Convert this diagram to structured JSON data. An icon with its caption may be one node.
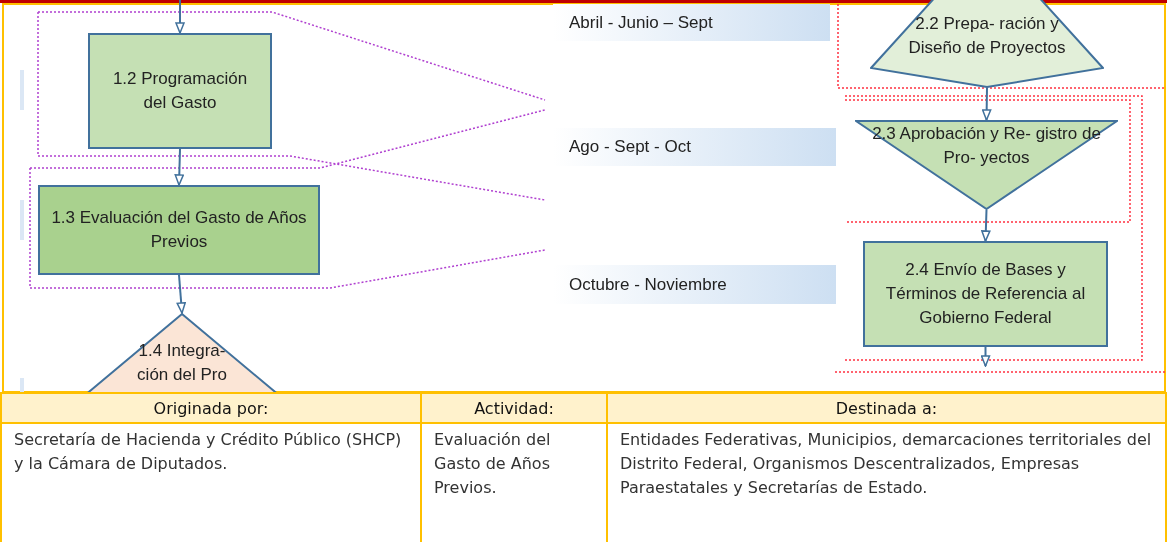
{
  "diagram": {
    "nodes": [
      {
        "text": [
          "1.2 Programación del Gasto"
        ]
      },
      {
        "text": [
          "1.3 Evaluación del Gasto de Años Previos"
        ]
      },
      {
        "text": [
          "1.4 Integra- ción del Pro"
        ]
      },
      {
        "text": [
          "2.2 Prepa- ración y Diseño de Proyectos"
        ]
      },
      {
        "text": [
          "2.3 Aprobación y Re- gistro de Pro- yectos"
        ]
      },
      {
        "text": [
          "2.4 Envío de Bases y Términos de Referencia al Gobierno Federal"
        ]
      },
      {
        "text": [
          "Abril -  Junio – Sept"
        ]
      },
      {
        "text": [
          "Ago - Sept - Oct"
        ]
      },
      {
        "text": [
          "Octubre - Noviembre"
        ]
      }
    ],
    "edges": [
      {
        "from": null,
        "to": 0,
        "arrow": "to"
      },
      {
        "from": 0,
        "to": 1,
        "arrow": "to"
      },
      {
        "from": 1,
        "to": 2,
        "arrow": "to"
      },
      {
        "from": 3,
        "to": 4,
        "arrow": "to"
      },
      {
        "from": 4,
        "to": 5,
        "arrow": "to"
      },
      {
        "from": 5,
        "to": null,
        "arrow": "to"
      }
    ],
    "labels": [
      "Originada por:",
      "Actividad:",
      "Destinada a:",
      "Secretaría de Hacienda y Crédito Público (SHCP) y la Cámara de Diputados.",
      "Evaluación del Gasto de Años Previos.",
      "Entidades Federativas, Municipios, demarcaciones territoriales del Distrito Federal, Organismos Descentralizados, Empresas Paraestatales y Secretarías de Estado."
    ]
  }
}
